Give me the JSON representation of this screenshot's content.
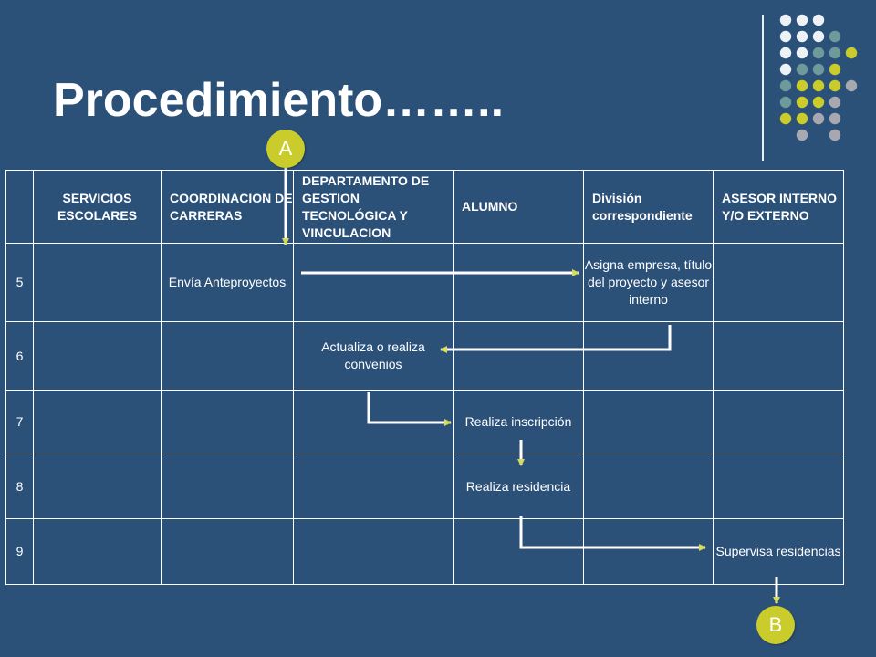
{
  "title": "Procedimiento……..",
  "colors": {
    "background": "#2c5179",
    "dot_white": "#eef2f7",
    "dot_teal": "#6f9a9b",
    "dot_yellow": "#c9cc2b",
    "dot_gray": "#a8a8b0",
    "badge": "#c9cc2b",
    "arrow": "#ffffff",
    "arrow_head": "#d8dc5a"
  },
  "connectors": {
    "start": "A",
    "end": "B"
  },
  "headers": [
    "SERVICIOS ESCOLARES",
    "COORDINACION DE CARRERAS",
    "DEPARTAMENTO DE GESTION TECNOLÓGICA Y VINCULACION",
    "ALUMNO",
    "División correspondiente",
    "ASESOR INTERNO Y/O EXTERNO"
  ],
  "rows": [
    {
      "num": "5",
      "cells": [
        "",
        "Envía Anteproyectos",
        "",
        "",
        "Asigna empresa, título del proyecto  y asesor interno",
        ""
      ]
    },
    {
      "num": "6",
      "cells": [
        "",
        "",
        "Actualiza o realiza convenios",
        "",
        "",
        ""
      ]
    },
    {
      "num": "7",
      "cells": [
        "",
        "",
        "",
        "Realiza inscripción",
        "",
        ""
      ]
    },
    {
      "num": "8",
      "cells": [
        "",
        "",
        "",
        "Realiza residencia",
        "",
        ""
      ]
    },
    {
      "num": "9",
      "cells": [
        "",
        "",
        "",
        "",
        "",
        "Supervisa residencias"
      ]
    }
  ]
}
